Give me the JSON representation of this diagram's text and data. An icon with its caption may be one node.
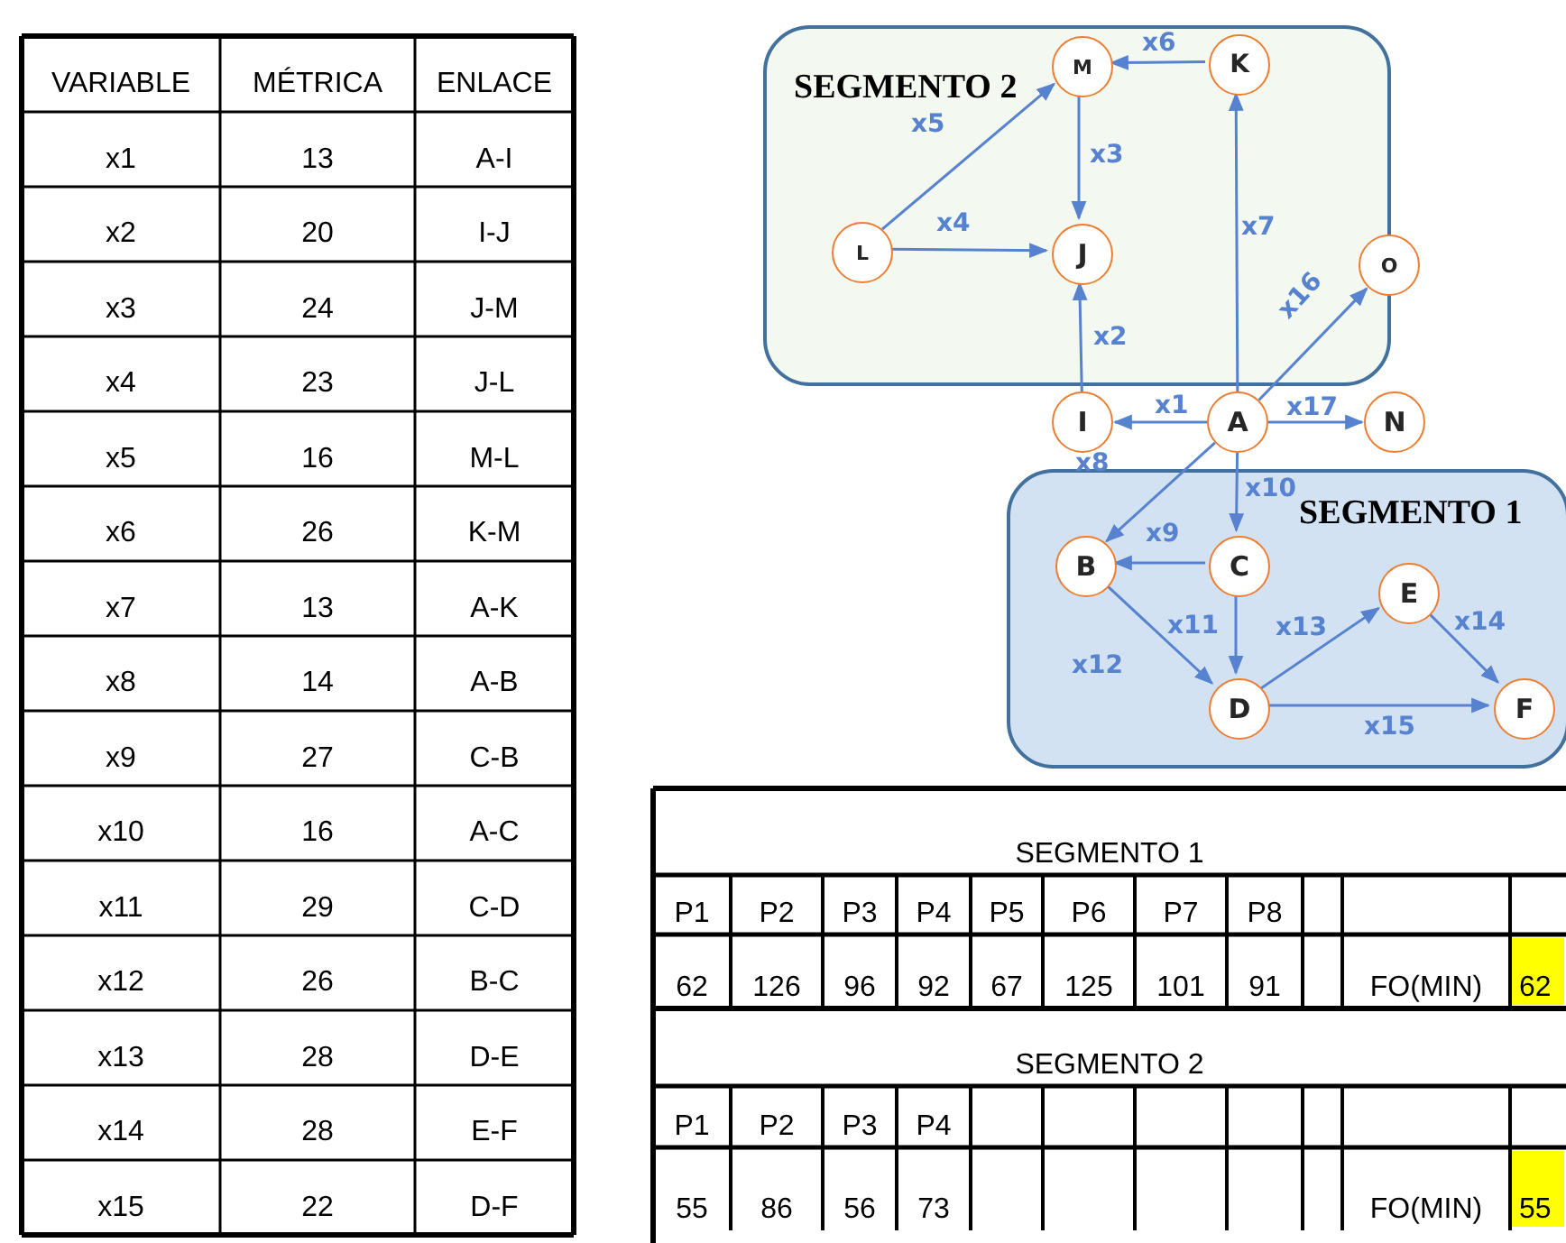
{
  "diagram": {
    "nodes": [
      {
        "text": [
          "SEGMENTO 2"
        ]
      },
      {
        "text": [
          "M"
        ],
        "in": 0
      },
      {
        "text": [
          "K"
        ],
        "in": 0
      },
      {
        "text": [
          "L"
        ],
        "in": 0
      },
      {
        "text": [
          "J"
        ],
        "in": 0
      },
      {
        "text": [
          "O"
        ]
      },
      {
        "text": [
          "I"
        ]
      },
      {
        "text": [
          "A"
        ]
      },
      {
        "text": [
          "N"
        ]
      },
      {
        "text": [
          "SEGMENTO 1"
        ]
      },
      {
        "text": [
          "B"
        ],
        "in": 9
      },
      {
        "text": [
          "C"
        ],
        "in": 9
      },
      {
        "text": [
          "E"
        ],
        "in": 9
      },
      {
        "text": [
          "D"
        ],
        "in": 9
      },
      {
        "text": [
          "F"
        ],
        "in": 9
      }
    ],
    "edges": [
      {
        "from": 7,
        "to": 6,
        "arrow": "to",
        "label": "x1"
      },
      {
        "from": 6,
        "to": 4,
        "arrow": "to",
        "label": "x2"
      },
      {
        "from": 1,
        "to": 4,
        "arrow": "to",
        "label": "x3"
      },
      {
        "from": 3,
        "to": 4,
        "arrow": "to",
        "label": "x4"
      },
      {
        "from": 3,
        "to": 1,
        "arrow": "to",
        "label": "x5"
      },
      {
        "from": 2,
        "to": 1,
        "arrow": "to",
        "label": "x6"
      },
      {
        "from": 7,
        "to": 2,
        "arrow": "to",
        "label": "x7"
      },
      {
        "from": 7,
        "to": 10,
        "arrow": "to",
        "label": "x8"
      },
      {
        "from": 11,
        "to": 10,
        "arrow": "to",
        "label": "x9"
      },
      {
        "from": 7,
        "to": 11,
        "arrow": "to",
        "label": "x10"
      },
      {
        "from": 11,
        "to": 13,
        "arrow": "to",
        "label": "x11"
      },
      {
        "from": 10,
        "to": 13,
        "arrow": "to",
        "label": "x12"
      },
      {
        "from": 13,
        "to": 12,
        "arrow": "to",
        "label": "x13"
      },
      {
        "from": 12,
        "to": 14,
        "arrow": "to",
        "label": "x14"
      },
      {
        "from": 13,
        "to": 14,
        "arrow": "to",
        "label": "x15"
      },
      {
        "from": 7,
        "to": 5,
        "arrow": "to",
        "label": "x16"
      },
      {
        "from": 7,
        "to": 8,
        "arrow": "to",
        "label": "x17"
      }
    ],
    "labels": [
      "VARIABLE",
      "MÉTRICA",
      "ENLACE",
      "x1",
      "13",
      "A-I",
      "x2",
      "20",
      "I-J",
      "x3",
      "24",
      "J-M",
      "x4",
      "23",
      "J-L",
      "x5",
      "16",
      "M-L",
      "x6",
      "26",
      "K-M",
      "x7",
      "13",
      "A-K",
      "x8",
      "14",
      "A-B",
      "x9",
      "27",
      "C-B",
      "x10",
      "16",
      "A-C",
      "x11",
      "29",
      "C-D",
      "x12",
      "26",
      "B-C",
      "x13",
      "28",
      "D-E",
      "x14",
      "28",
      "E-F",
      "x15",
      "22",
      "D-F",
      "SEGMENTO 1",
      "P1",
      "P2",
      "P3",
      "P4",
      "P5",
      "P6",
      "P7",
      "P8",
      "62",
      "126",
      "96",
      "92",
      "67",
      "125",
      "101",
      "91",
      "FO(MIN)",
      "62",
      "SEGMENTO 2",
      "P1",
      "P2",
      "P3",
      "P4",
      "55",
      "86",
      "56",
      "73",
      "FO(MIN)",
      "55"
    ]
  }
}
